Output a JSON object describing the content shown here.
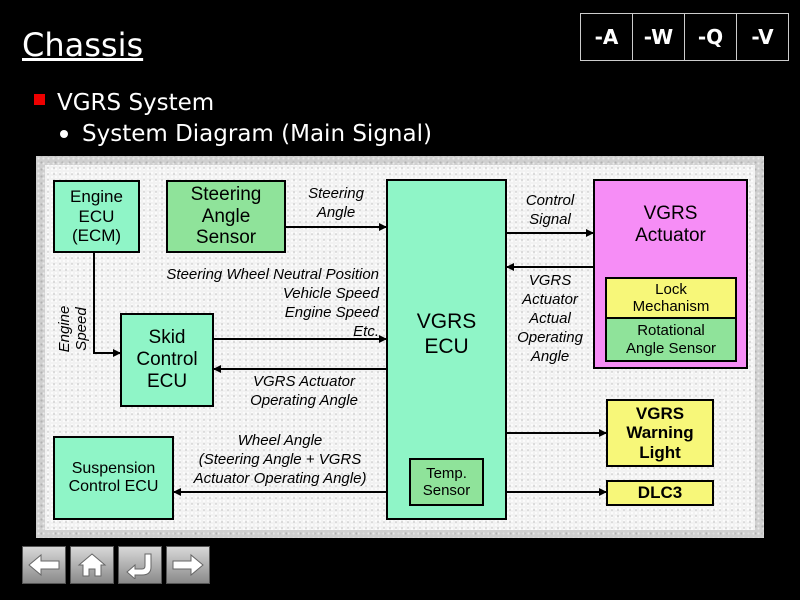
{
  "header": {
    "title": "Chassis",
    "variants": [
      "-A",
      "-W",
      "-Q",
      "-V"
    ]
  },
  "bullets": {
    "level1": "VGRS System",
    "level2": "System Diagram (Main Signal)"
  },
  "diagram": {
    "boxes": {
      "engine_ecu": "Engine\nECU\n(ECM)",
      "steering_angle_sensor": "Steering\nAngle\nSensor",
      "skid_control_ecu": "Skid\nControl\nECU",
      "suspension_control_ecu": "Suspension\nControl ECU",
      "vgrs_ecu": "VGRS\nECU",
      "temp_sensor": "Temp.\nSensor",
      "vgrs_actuator": "VGRS\nActuator",
      "lock_mechanism": "Lock\nMechanism",
      "rotational_angle_sensor": "Rotational\nAngle Sensor",
      "vgrs_warning_light": "VGRS\nWarning\nLight",
      "dlc3": "DLC3"
    },
    "labels": {
      "steering_angle": "Steering\nAngle",
      "engine_speed": "Engine\nSpeed",
      "signals_to_vgrs": "Steering Wheel Neutral Position\nVehicle Speed\nEngine Speed\nEtc.",
      "vgrs_operating_angle": "VGRS Actuator\nOperating Angle",
      "wheel_angle": "Wheel Angle\n(Steering Angle + VGRS\nActuator Operating Angle)",
      "control_signal": "Control\nSignal",
      "actuator_feedback": "VGRS\nActuator\nActual\nOperating\nAngle"
    }
  },
  "nav": {
    "buttons": [
      "back-icon",
      "home-icon",
      "return-icon",
      "next-icon"
    ]
  }
}
